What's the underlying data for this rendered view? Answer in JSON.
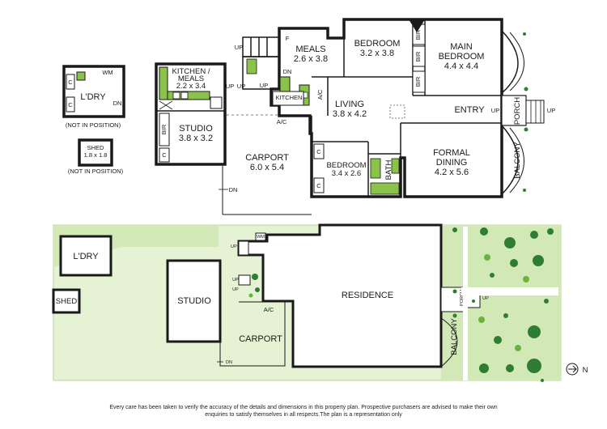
{
  "colors": {
    "wall": "#1a1a1a",
    "bench": "#8bc34a",
    "lot": "#e6f2d4",
    "lot_edge": "#c9e0a8",
    "tree": "#2e7d32",
    "tree_light": "#6cb33e"
  },
  "floor_plan": {
    "rooms": {
      "laundry": {
        "name": "L'DRY",
        "wm": "WM",
        "c1": "C",
        "c2": "C",
        "door": "DN",
        "note": "(NOT IN POSITION)"
      },
      "shed": {
        "name": "SHED",
        "size": "1.8 x 1.8",
        "note": "(NOT IN POSITION)"
      },
      "kitchen_meals": {
        "name": "KITCHEN /",
        "name2": "MEALS",
        "size": "2.2 x 3.4",
        "up": "UP",
        "up2": "UP"
      },
      "studio": {
        "name": "STUDIO",
        "size": "3.8 x 3.2",
        "bir": "BIR",
        "c": "C"
      },
      "carport": {
        "name": "CARPORT",
        "size": "6.0 x 5.4",
        "dn": "DN"
      },
      "meals": {
        "name": "MEALS",
        "size": "2.6 x 3.8",
        "f": "F",
        "up": "UP",
        "dn": "DN",
        "up2": "UP"
      },
      "kitchen": {
        "name": "KITCHEN",
        "ac": "A/C"
      },
      "bedroom2": {
        "name": "BEDROOM",
        "size": "3.2 x 3.8",
        "bir": "BIR"
      },
      "main_bedroom": {
        "name": "MAIN",
        "name2": "BEDROOM",
        "size": "4.4 x 4.4",
        "bir1": "BIR",
        "bir2": "BIR"
      },
      "living": {
        "name": "LIVING",
        "size": "3.8 x 4.2",
        "ac": "A/C"
      },
      "entry": {
        "name": "ENTRY",
        "up": "UP"
      },
      "porch": {
        "name": "PORCH",
        "up": "UP"
      },
      "bedroom3": {
        "name": "BEDROOM",
        "size": "3.4 x 2.6",
        "c1": "C",
        "c2": "C"
      },
      "bath": {
        "name": "BATH"
      },
      "formal_dining": {
        "name": "FORMAL",
        "name2": "DINING",
        "size": "4.2 x 5.6"
      },
      "balcony": {
        "name": "BALCONY"
      }
    }
  },
  "site_plan": {
    "laundry": "L'DRY",
    "shed": "SHED",
    "studio": "STUDIO",
    "residence": "RESIDENCE",
    "carport": "CARPORT",
    "ac": "A/C",
    "wm": "WM",
    "up1": "UP",
    "up2": "UP",
    "up3": "UP",
    "up4": "UP",
    "dn": "DN",
    "porch": "PORCH",
    "balcony": "BALCONY",
    "north": "N"
  },
  "disclaimer": {
    "line1": "Every care has been taken to verify the accuracy of the details and dimensions in this property plan. Prospective purchasers are advised to make their own",
    "line2": "enquiries to satisfy themselves in all respects.The plan is a representation only"
  }
}
